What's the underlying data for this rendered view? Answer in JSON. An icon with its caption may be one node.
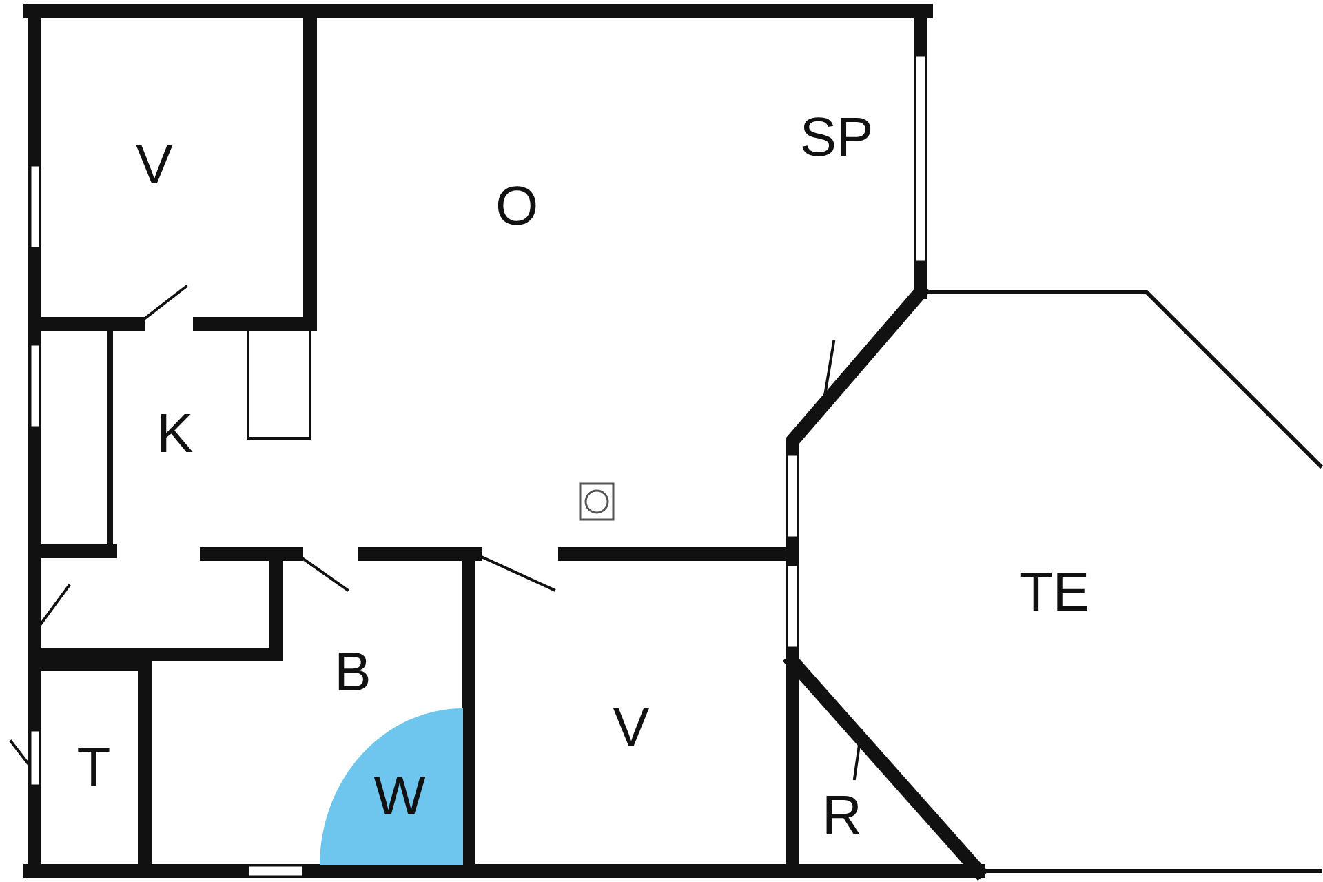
{
  "diagram": {
    "nodes": [
      {
        "text": [
          "V"
        ]
      },
      {
        "text": [
          "O",
          "SP"
        ]
      },
      {
        "text": [
          "K"
        ]
      },
      {
        "text": [
          "B"
        ]
      },
      {
        "text": [
          "W"
        ],
        "in": 3
      },
      {
        "text": [
          "V"
        ]
      },
      {
        "text": [
          "T"
        ]
      },
      {
        "text": [
          "R"
        ]
      },
      {
        "text": [
          "TE"
        ]
      }
    ]
  }
}
